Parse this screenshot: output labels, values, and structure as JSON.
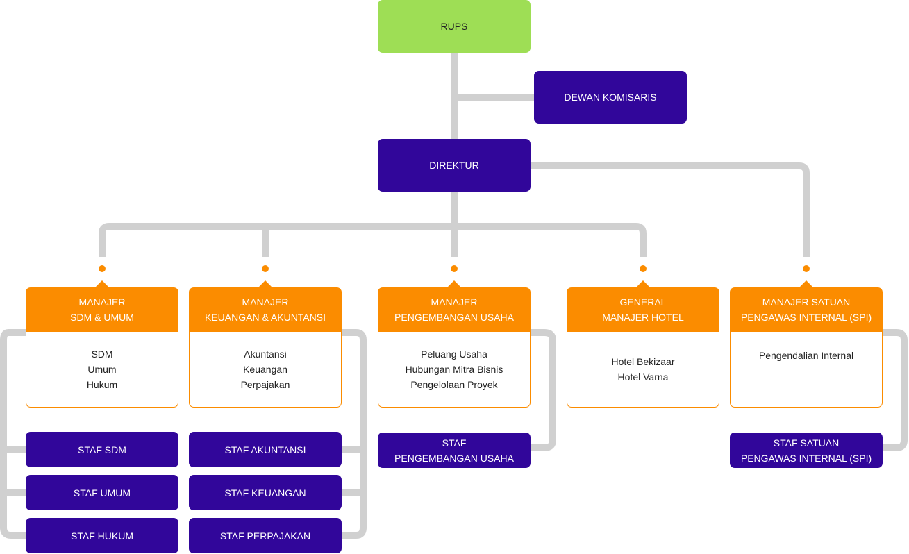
{
  "top": {
    "rups": "RUPS",
    "dewan_komisaris": "DEWAN KOMISARIS",
    "direktur": "DIREKTUR"
  },
  "managers": [
    {
      "title": [
        "MANAJER",
        "SDM & UMUM"
      ],
      "items": [
        "SDM",
        "Umum",
        "Hukum"
      ],
      "staff": [
        "STAF SDM",
        "STAF UMUM",
        "STAF HUKUM"
      ]
    },
    {
      "title": [
        "MANAJER",
        "KEUANGAN & AKUNTANSI"
      ],
      "items": [
        "Akuntansi",
        "Keuangan",
        "Perpajakan"
      ],
      "staff": [
        "STAF AKUNTANSI",
        "STAF KEUANGAN",
        "STAF PERPAJAKAN"
      ]
    },
    {
      "title": [
        "MANAJER",
        "PENGEMBANGAN USAHA"
      ],
      "items": [
        "Peluang Usaha",
        "Hubungan Mitra Bisnis",
        "Pengelolaan Proyek"
      ],
      "staff": [
        [
          "STAF",
          "PENGEMBANGAN USAHA"
        ]
      ]
    },
    {
      "title": [
        "GENERAL",
        "MANAJER HOTEL"
      ],
      "items": [
        "Hotel Bekizaar",
        "Hotel Varna"
      ],
      "staff": []
    },
    {
      "title": [
        "MANAJER SATUAN",
        "PENGAWAS INTERNAL (SPI)"
      ],
      "items": [
        "Pengendalian Internal"
      ],
      "staff": [
        [
          "STAF SATUAN",
          "PENGAWAS INTERNAL (SPI)"
        ]
      ]
    }
  ],
  "colors": {
    "green": "#9ede55",
    "purple": "#31069a",
    "orange": "#fb8c00",
    "connector": "#d0d0d0"
  }
}
